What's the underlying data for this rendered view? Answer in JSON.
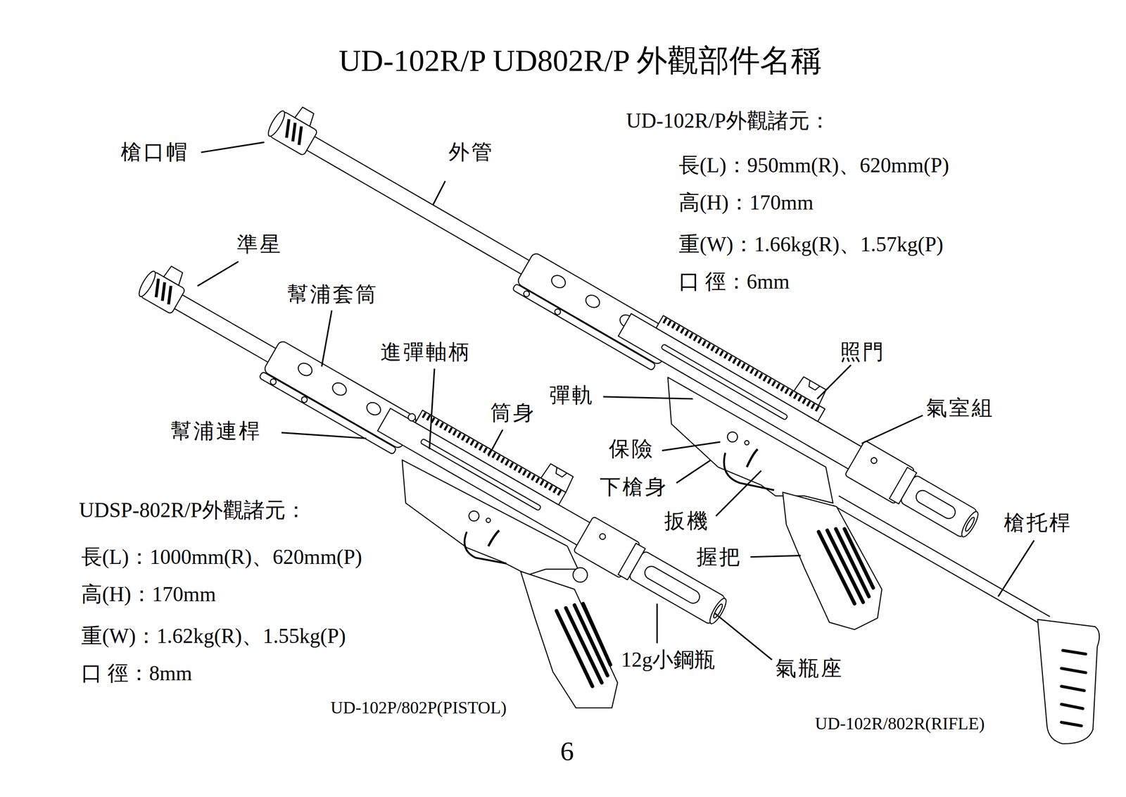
{
  "diagram": {
    "title": "UD-102R/P UD802R/P 外觀部件名稱",
    "labels": [
      "UD-102R/P外觀諸元：",
      "長(L)：950mm(R)、620mm(P)",
      "高(H)：170mm",
      "重(W)：1.66kg(R)、1.57kg(P)",
      "口 徑：6mm",
      "槍口帽",
      "外管",
      "準星",
      "幫浦套筒",
      "進彈軸柄",
      "筒身",
      "彈軌",
      "照門",
      "氣室組",
      "幫浦連桿",
      "保險",
      "下槍身",
      "扳機",
      "握把",
      "槍托桿",
      "UDSP-802R/P外觀諸元：",
      "長(L)：1000mm(R)、620mm(P)",
      "高(H)：170mm",
      "重(W)：1.62kg(R)、1.55kg(P)",
      "口 徑：8mm",
      "12g小鋼瓶",
      "氣瓶座",
      "UD-102P/802P(PISTOL)",
      "UD-102R/802R(RIFLE)",
      "6"
    ]
  }
}
